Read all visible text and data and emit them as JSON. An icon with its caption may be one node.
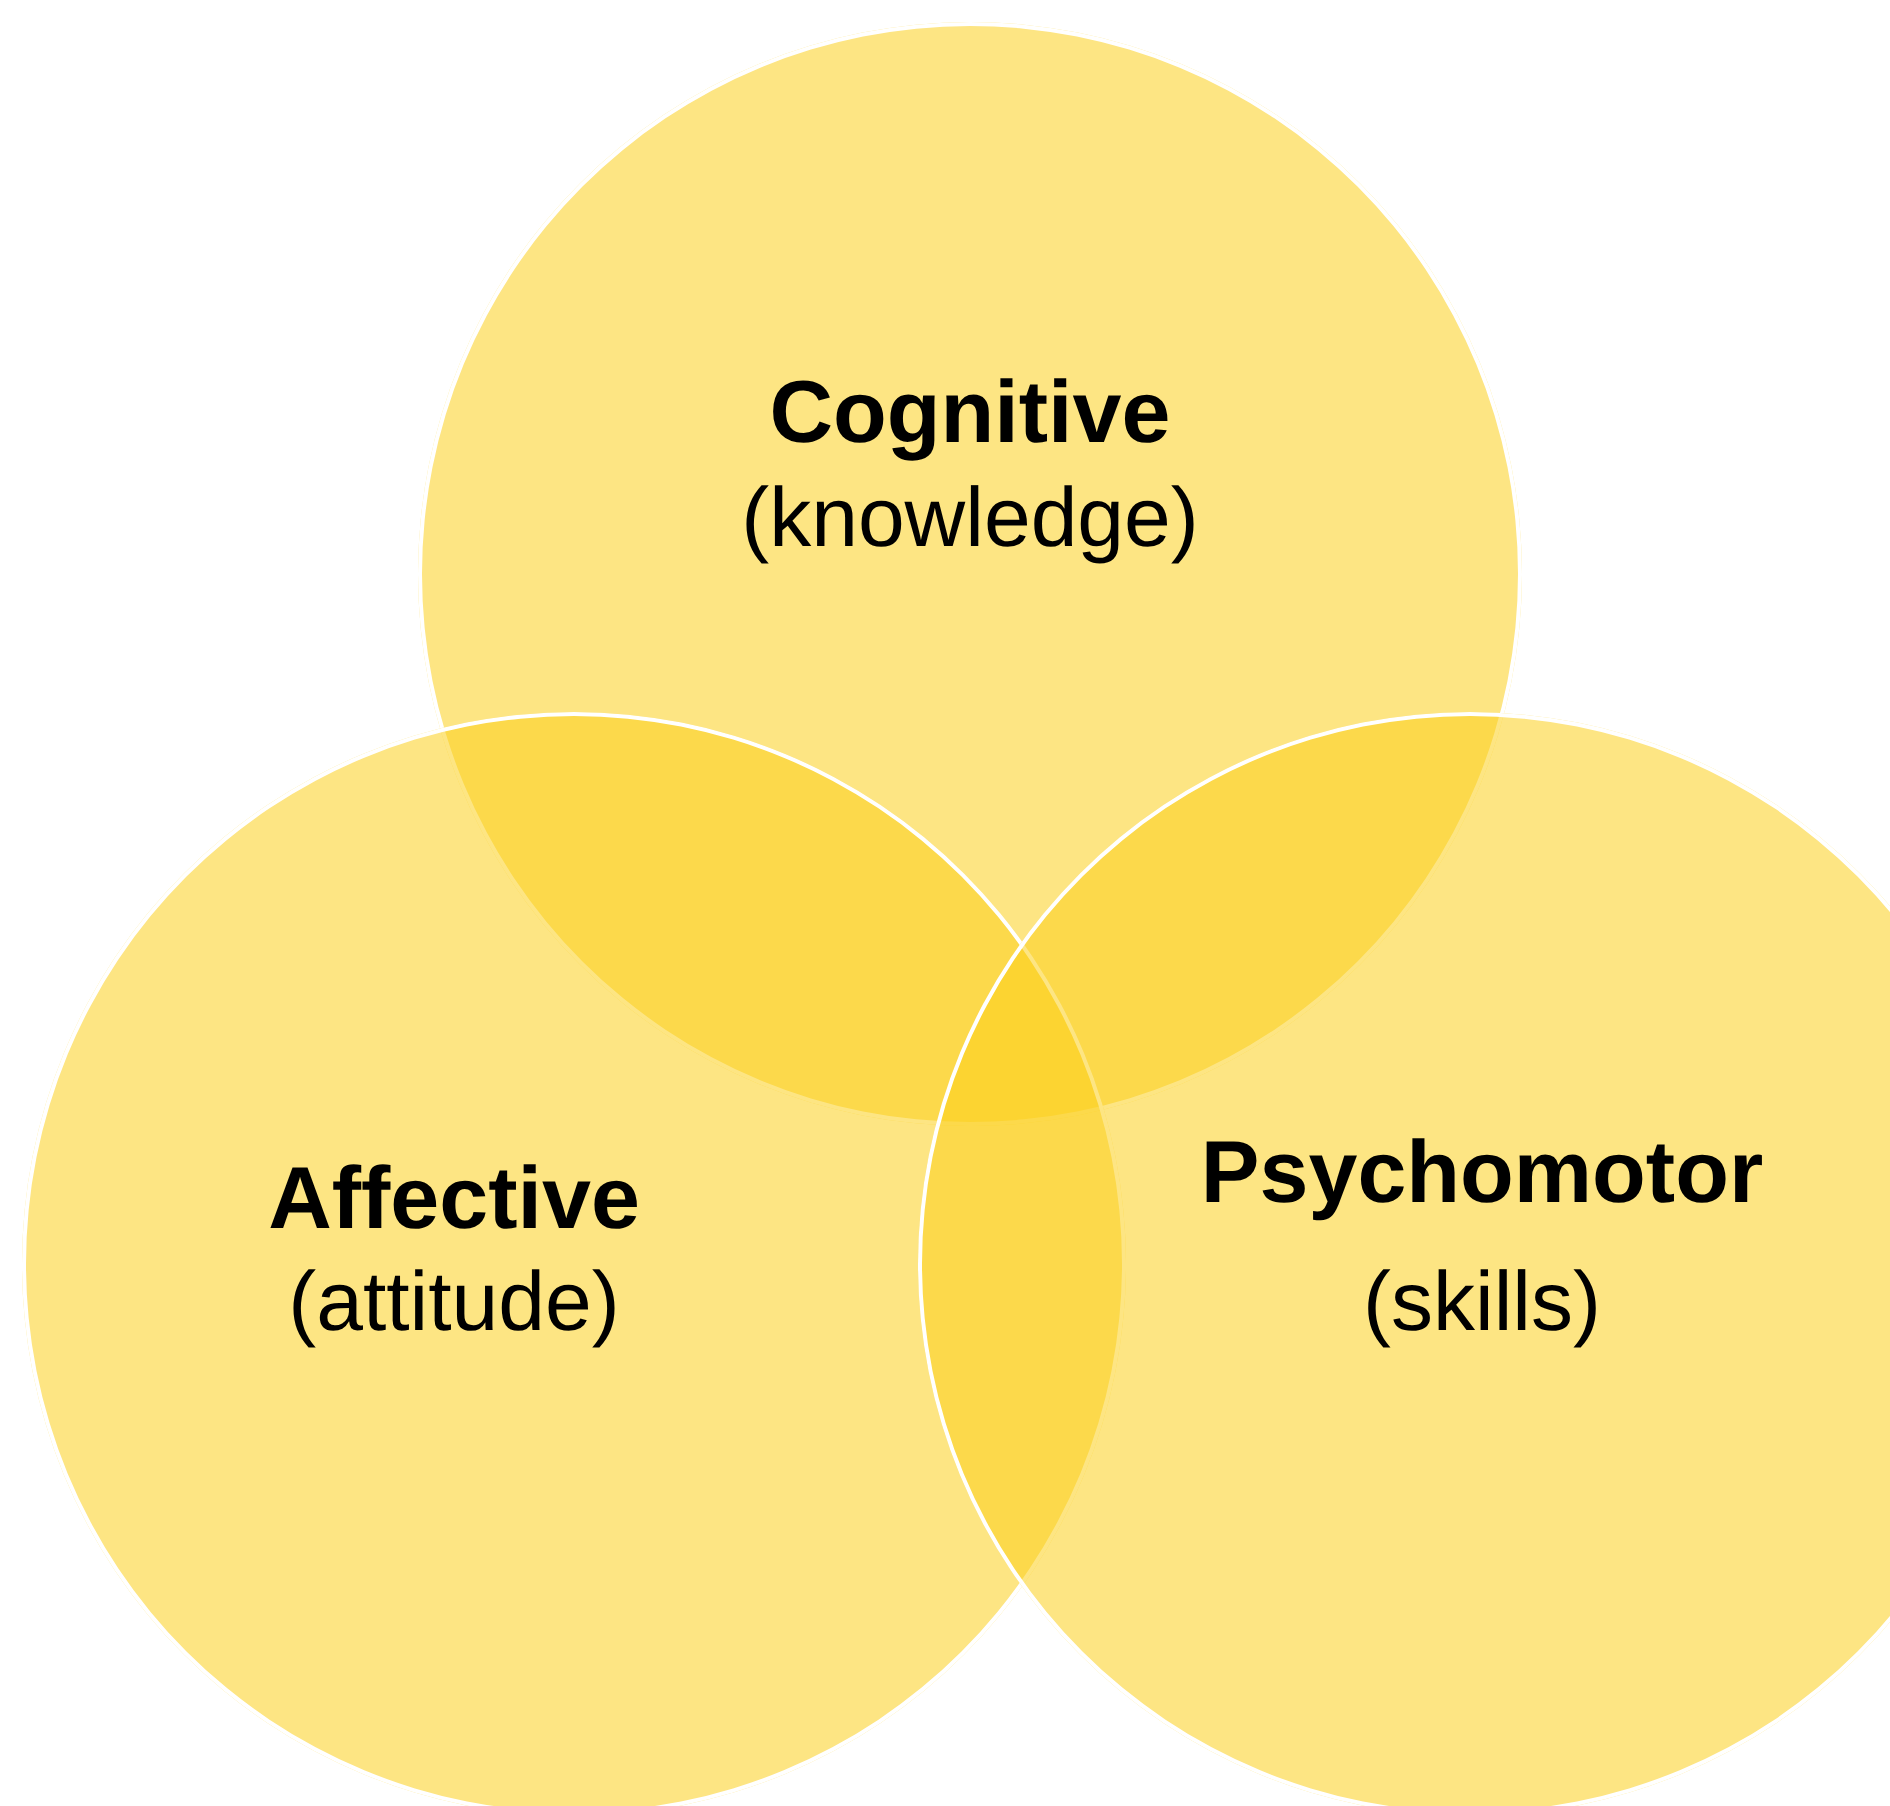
{
  "diagram": {
    "nodes": [
      {
        "text": [
          "Cognitive",
          "(knowledge)"
        ]
      },
      {
        "text": [
          "Affective",
          "(attitude)"
        ]
      },
      {
        "text": [
          "Psychomotor",
          "(skills)"
        ]
      }
    ]
  }
}
